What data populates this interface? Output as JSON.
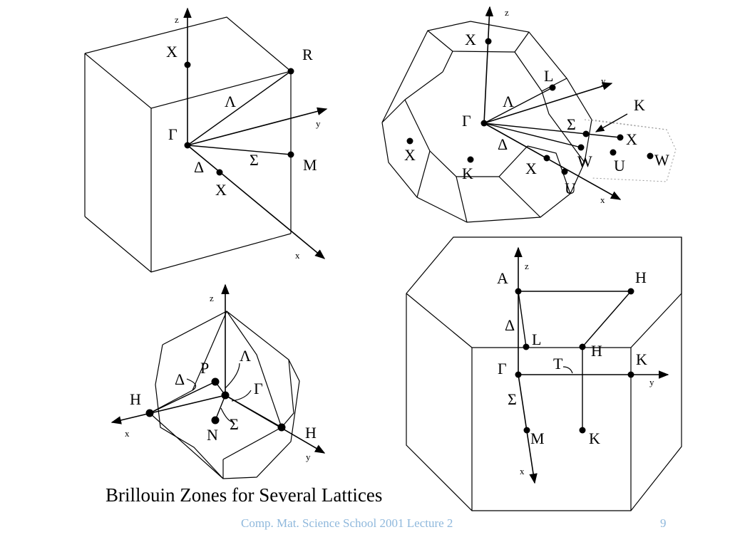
{
  "slide": {
    "caption": "Brillouin Zones for Several Lattices",
    "footer": "Comp. Mat. Science School 2001 Lecture 2",
    "page_number": "9"
  },
  "sc": {
    "axes": {
      "x": "x",
      "y": "y",
      "z": "z"
    },
    "points": {
      "gamma": "Γ",
      "x_top": "X",
      "x_front": "X",
      "r": "R",
      "m": "M"
    },
    "lines": {
      "lambda": "Λ",
      "sigma": "Σ",
      "delta": "Δ"
    }
  },
  "fcc": {
    "axes": {
      "x": "x",
      "y": "y",
      "z": "z"
    },
    "points": {
      "gamma": "Γ",
      "x_top": "X",
      "x_left": "X",
      "x_front": "X",
      "x_right": "X",
      "l": "L",
      "k_front": "K",
      "k_right": "K",
      "w1": "W",
      "w2": "W",
      "u1": "U",
      "u2": "U"
    },
    "lines": {
      "lambda": "Λ",
      "sigma": "Σ",
      "delta": "Δ"
    }
  },
  "bcc": {
    "axes": {
      "x": "x",
      "y": "y",
      "z": "z"
    },
    "points": {
      "h_left": "H",
      "h_right": "H",
      "p": "P",
      "n": "N",
      "gamma": "Γ"
    },
    "lines": {
      "lambda": "Λ",
      "sigma": "Σ",
      "delta": "Δ"
    }
  },
  "hex": {
    "axes": {
      "x": "x",
      "y": "y",
      "z": "z"
    },
    "points": {
      "a": "A",
      "h_top": "H",
      "l": "L",
      "h_mid": "H",
      "gamma": "Γ",
      "k_right": "K",
      "m": "M",
      "k_bottom": "K"
    },
    "lines": {
      "delta": "Δ",
      "t": "T",
      "sigma": "Σ"
    }
  }
}
